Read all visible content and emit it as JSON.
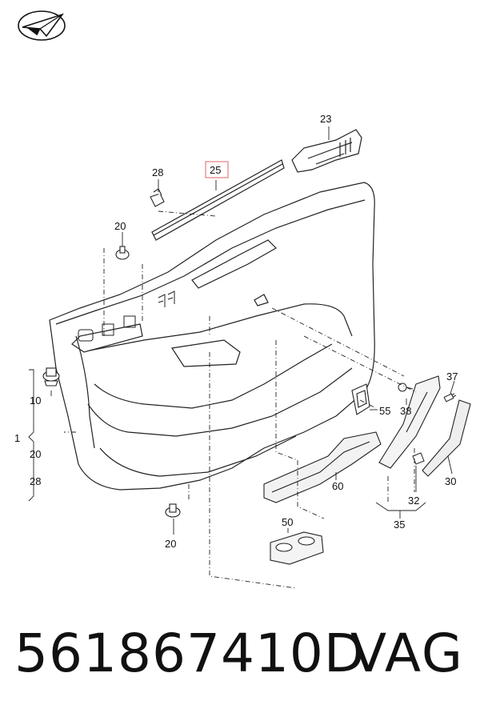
{
  "logo": {
    "icon": "paper-plane-logo-icon"
  },
  "callouts": {
    "c1": "1",
    "c10": "10",
    "c20_top": "20",
    "c20_mid": "20",
    "c28_left": "28",
    "c20_bottom": "20",
    "c23": "23",
    "c25": "25",
    "c28_top": "28",
    "c37": "37",
    "c38": "38",
    "c55": "55",
    "c60": "60",
    "c50": "50",
    "c30": "30",
    "c32": "32",
    "c35": "35"
  },
  "highlight_color": "#e5888a",
  "footer": {
    "part_number": "561867410D",
    "brand": "VAG"
  }
}
